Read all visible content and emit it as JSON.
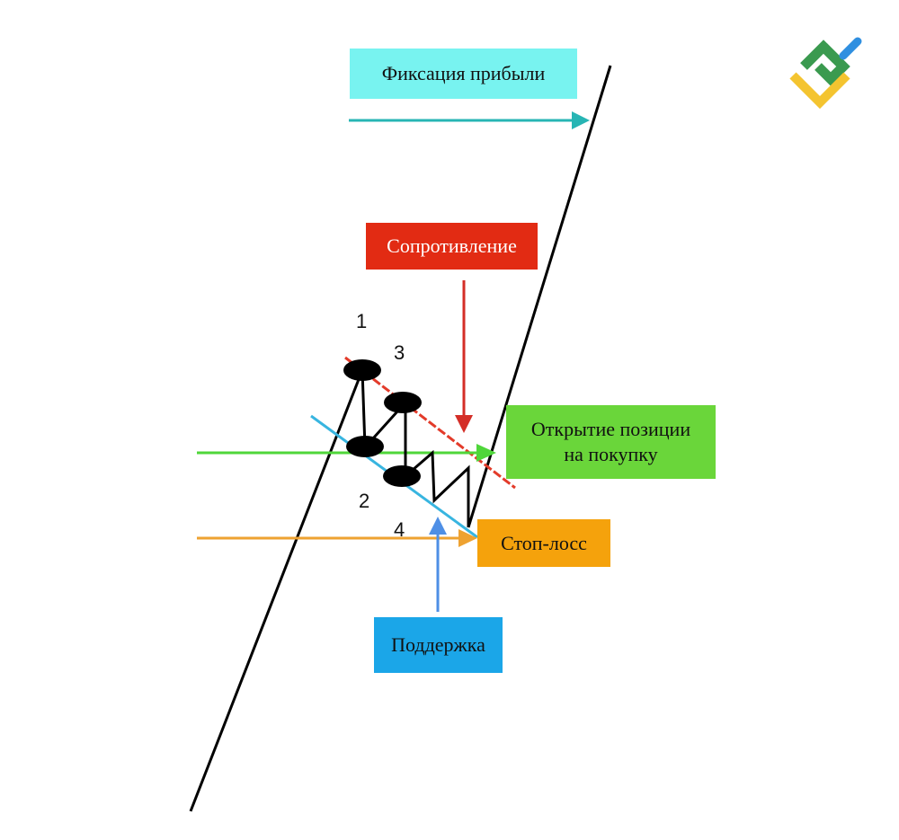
{
  "labels": {
    "take_profit": "Фиксация прибыли",
    "resistance": "Сопротивление",
    "buy_entry_line1": "Открытие позиции",
    "buy_entry_line2": "на покупку",
    "stop_loss": "Стоп-лосс",
    "support": "Поддержка"
  },
  "points": {
    "p1": "1",
    "p2": "2",
    "p3": "3",
    "p4": "4"
  },
  "colors": {
    "take_profit_box": "#78f3f0",
    "take_profit_arrow": "#27b5b4",
    "resistance_box": "#e22b13",
    "resistance_line": "#e33b2a",
    "resistance_arrow": "#d42e27",
    "buy_box": "#6ad63a",
    "buy_line": "#4fd63a",
    "stop_box": "#f5a20c",
    "stop_arrow": "#eea231",
    "support_box": "#1ba6e8",
    "support_line": "#38b5e0",
    "support_arrow": "#4e8fe6",
    "price_line": "#000000"
  },
  "logo": {
    "name": "brand-logo",
    "colors": [
      "#3a9a4f",
      "#f4c430",
      "#2f8fe0"
    ]
  }
}
